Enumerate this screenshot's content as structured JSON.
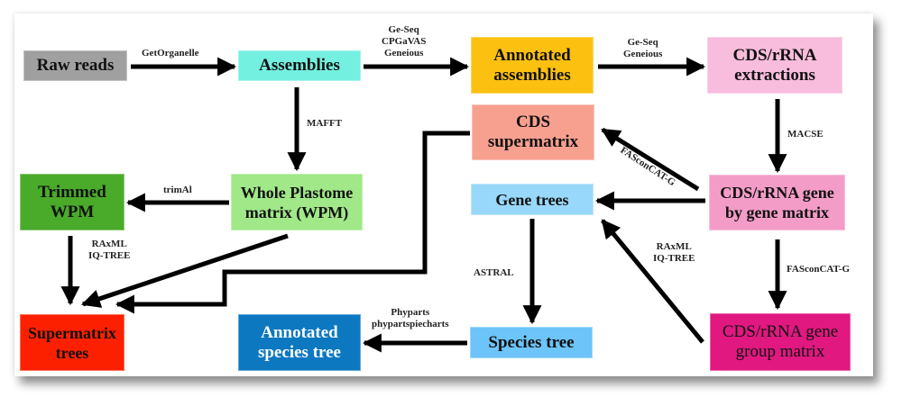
{
  "nodes": {
    "raw_reads": {
      "label": "Raw reads",
      "color": "#a0a0a0"
    },
    "assemblies": {
      "label": "Assemblies",
      "color": "#74f0e0"
    },
    "annotated_assemblies": {
      "label": "Annotated assemblies",
      "color": "#fcc010"
    },
    "cds_rrna_extractions": {
      "label": "CDS/rRNA extractions",
      "color": "#f8bcdc"
    },
    "cds_supermatrix": {
      "label": "CDS supermatrix",
      "color": "#f8a090"
    },
    "trimmed_wpm": {
      "label": "Trimmed WPM",
      "color": "#4aaa2a"
    },
    "whole_plastome_matrix": {
      "label": "Whole Plastome matrix (WPM)",
      "color": "#a0e888"
    },
    "gene_trees": {
      "label": "Gene trees",
      "color": "#98d8fa"
    },
    "cds_rrna_gene_by_gene": {
      "label": "CDS/rRNA gene by gene matrix",
      "color": "#f49cc8"
    },
    "supermatrix_trees": {
      "label": "Supermatrix trees",
      "color": "#fc2000"
    },
    "annotated_species_tree": {
      "label": "Annotated species tree",
      "color": "#0c78c0"
    },
    "species_tree": {
      "label": "Species tree",
      "color": "#6cc4f8"
    },
    "cds_rrna_gene_group": {
      "label": "CDS/rRNA gene group matrix",
      "color": "#e01880"
    }
  },
  "edges": {
    "getorganelle": {
      "label": "GetOrganelle"
    },
    "annotation": {
      "line1": "Ge-Seq",
      "line2": "CPGaVAS",
      "line3": "Geneious"
    },
    "extraction": {
      "line1": "Ge-Seq",
      "line2": "Geneious"
    },
    "mafft": {
      "label": "MAFFT"
    },
    "macse": {
      "label": "MACSE"
    },
    "trimal": {
      "label": "trimAl"
    },
    "fasconcat_supermatrix": {
      "label": "FASconCAT-G"
    },
    "fasconcat_group": {
      "label": "FASconCAT-G"
    },
    "raxml_wpm": {
      "line1": "RAxML",
      "line2": "IQ-TREE"
    },
    "raxml_genes": {
      "line1": "RAxML",
      "line2": "IQ-TREE"
    },
    "astral": {
      "label": "ASTRAL"
    },
    "phyparts": {
      "line1": "Phyparts",
      "line2": "phypartspiecharts"
    }
  }
}
